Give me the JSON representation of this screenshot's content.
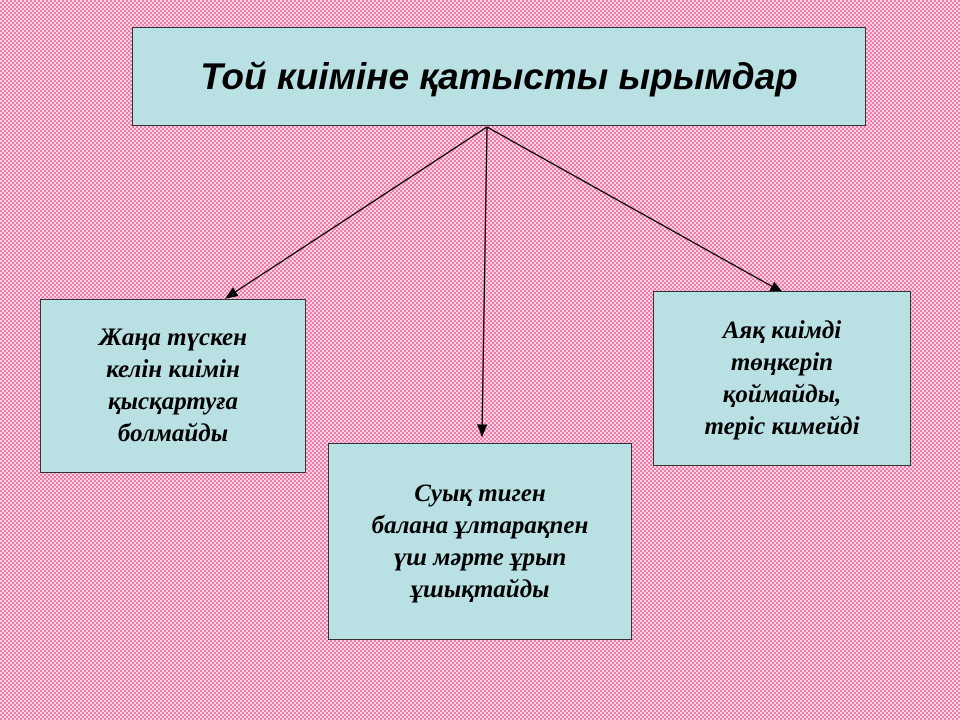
{
  "title": "Той киіміне қатысты ырымдар",
  "nodes": [
    {
      "text": "Жаңа түскен\nкелін киімін\nқысқартуға\nболмайды"
    },
    {
      "text": "Суық тиген\nбалана ұлтарақпен\nүш мәрте ұрып\nұшықтайды"
    },
    {
      "text": "Аяқ киімді\nтөңкеріп\nқоймайды,\nтеріс кимейді"
    }
  ],
  "colors": {
    "box": "#b9e0e3",
    "background": "#f07aa8"
  }
}
